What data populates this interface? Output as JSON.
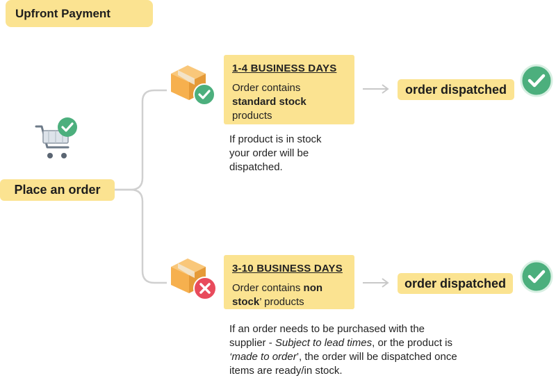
{
  "header": {
    "title": "Upfront Payment"
  },
  "start": {
    "label": "Place an order"
  },
  "branch_top": {
    "days": "1-4 BUSINESS DAYS",
    "line1": "Order contains",
    "bold": "standard stock",
    "line3": "products",
    "note": [
      "If product is in stock",
      "your order will be",
      "dispatched."
    ],
    "result": "order dispatched"
  },
  "branch_bottom": {
    "days": "3-10 BUSINESS DAYS",
    "pre": "Order contains ",
    "bold1": "non",
    "bold2": "stock",
    "post": "’ products",
    "note_line1": "If an order needs to be purchased with the",
    "note_line2_pre": "supplier - ",
    "note_line2_italic": "Subject to lead times",
    "note_line2_post": ", or the product is",
    "note_line3_italic": "‘made to order",
    "note_line3_post": "’, the order will be dispatched once",
    "note_line4": "items are ready/in stock.",
    "result": "order dispatched"
  },
  "colors": {
    "accent_yellow": "#fbe391",
    "check_green": "#4caf7d",
    "cross_red": "#e84b5c",
    "box_orange": "#f6b04e",
    "connector_gray": "#d0d0d0"
  },
  "icons": [
    "cart-icon",
    "box-icon",
    "check-icon",
    "cross-icon",
    "arrow-right-icon"
  ]
}
